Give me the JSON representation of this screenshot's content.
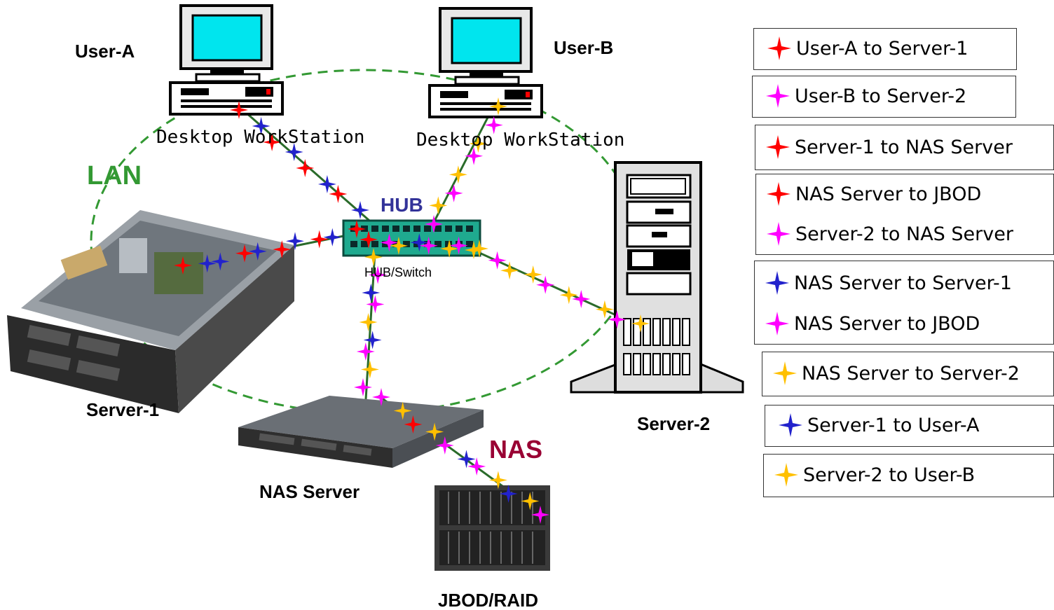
{
  "labels": {
    "user_a": "User-A",
    "user_b": "User-B",
    "lan": "LAN",
    "hub": "HUB",
    "hub_switch": "HUB/Switch",
    "desktop_a": "Desktop WorkStation",
    "desktop_b": "Desktop WorkStation",
    "server1": "Server-1",
    "server2": "Server-2",
    "nas_server": "NAS Server",
    "nas": "NAS",
    "jbod": "JBOD/RAID"
  },
  "legend": [
    {
      "text": "User-A to Server-1",
      "color": "#ff0000"
    },
    {
      "text": "User-B to Server-2",
      "color": "#ff00ff"
    },
    {
      "text": "Server-1 to NAS Server",
      "color": "#ff0000"
    },
    {
      "text": "NAS Server to JBOD",
      "color": "#ff0000"
    },
    {
      "text": "Server-2 to NAS Server",
      "color": "#ff00ff"
    },
    {
      "text": "NAS Server to Server-1",
      "color": "#2222cc"
    },
    {
      "text": "NAS Server to JBOD",
      "color": "#ff00ff"
    },
    {
      "text": "NAS Server to Server-2",
      "color": "#ffc000"
    },
    {
      "text": "Server-1 to User-A",
      "color": "#2222cc"
    },
    {
      "text": "Server-2 to User-B",
      "color": "#ffc000"
    }
  ],
  "colors": {
    "red": "#ff0000",
    "magenta": "#ff00ff",
    "blue": "#2222cc",
    "yellow": "#ffc000",
    "lan_green": "#339933",
    "hub_label": "#333399",
    "nas_label": "#990033"
  }
}
